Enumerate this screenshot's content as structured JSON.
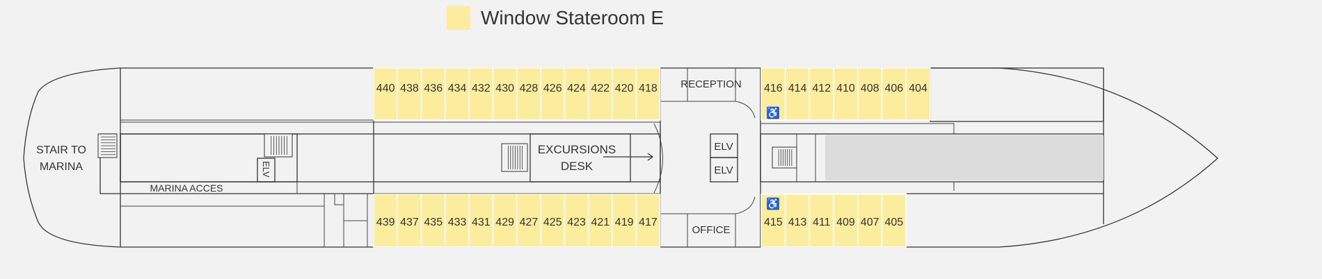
{
  "legend": {
    "label": "Window Stateroom E",
    "color": "#fcec9e"
  },
  "deck": {
    "cabins_top_left": [
      "440",
      "438",
      "436",
      "434",
      "432",
      "430",
      "428",
      "426",
      "424",
      "422",
      "420",
      "418"
    ],
    "cabins_bottom_left": [
      "439",
      "437",
      "435",
      "433",
      "431",
      "429",
      "427",
      "425",
      "423",
      "421",
      "419",
      "417"
    ],
    "cabins_top_right": [
      "416",
      "414",
      "412",
      "410",
      "408",
      "406",
      "404"
    ],
    "cabins_bottom_right": [
      "415",
      "413",
      "411",
      "409",
      "407",
      "405"
    ],
    "accessible_cabins": [
      "416",
      "415"
    ],
    "labels": {
      "stair_line1": "STAIR TO",
      "stair_line2": "MARINA",
      "marina_access": "MARINA ACCES",
      "elv_aft": "ELV",
      "excursions_line1": "EXCURSIONS",
      "excursions_line2": "DESK",
      "reception": "RECEPTION",
      "office": "OFFICE",
      "elv_1": "ELV",
      "elv_2": "ELV"
    },
    "colors": {
      "cabin": "#fcec9e",
      "hull": "#f2f2f2",
      "pool": "#dcdcdc"
    }
  }
}
